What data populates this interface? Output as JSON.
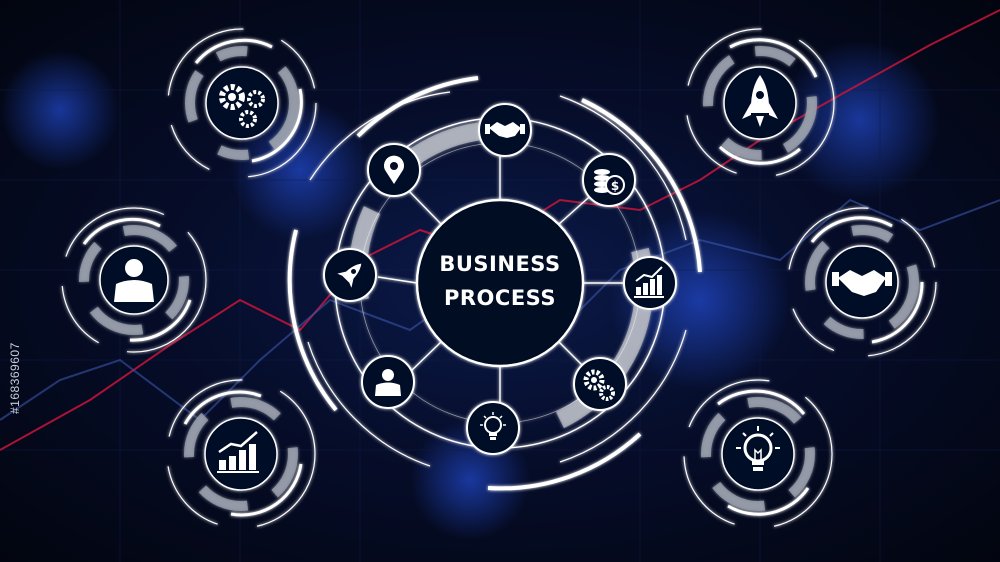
{
  "center": {
    "line1": "BUSINESS",
    "line2": "PROCESS"
  },
  "stock_id": "#168369607",
  "colors": {
    "glow": "#ffffff",
    "accent_blue": "#1f4fd6",
    "trend_red": "#c8153a"
  },
  "inner_icons": [
    "handshake-icon",
    "coins-icon",
    "growth-chart-icon",
    "gears-icon",
    "lightbulb-icon",
    "person-icon",
    "rocket-icon",
    "location-pin-icon"
  ],
  "outer_badges": [
    "gears-icon",
    "person-icon",
    "growth-chart-icon",
    "rocket-icon",
    "handshake-icon",
    "lightbulb-icon"
  ]
}
